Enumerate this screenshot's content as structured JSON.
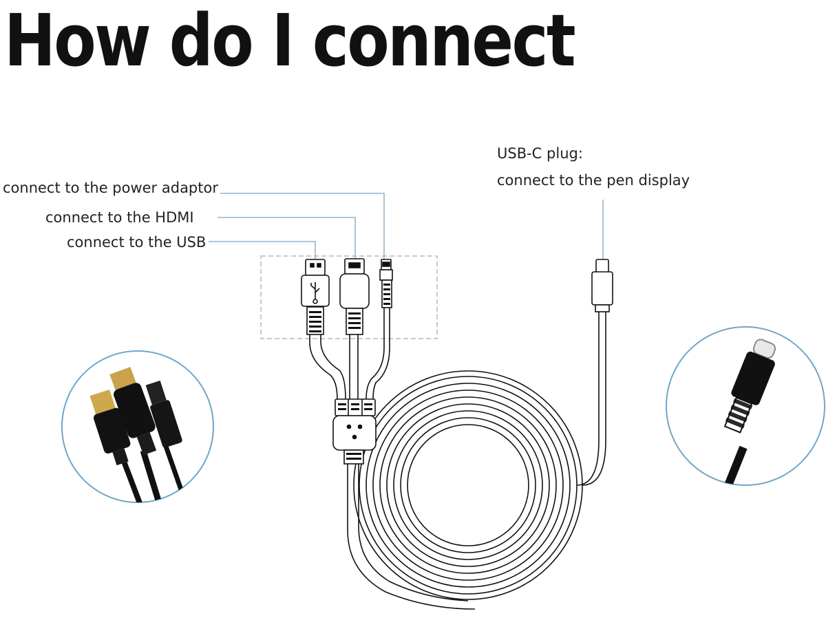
{
  "title": "How do I connect",
  "labels": {
    "power": "connect to the power adaptor",
    "hdmi": "connect to the HDMI",
    "usb": "connect to the USB",
    "usbc_line1": "USB-C plug:",
    "usbc_line2": "connect to the pen display"
  },
  "colors": {
    "leader_line": "#7aa6c2",
    "circle_border": "#6fa6c9",
    "dashed_box": "#b8b8b8"
  }
}
